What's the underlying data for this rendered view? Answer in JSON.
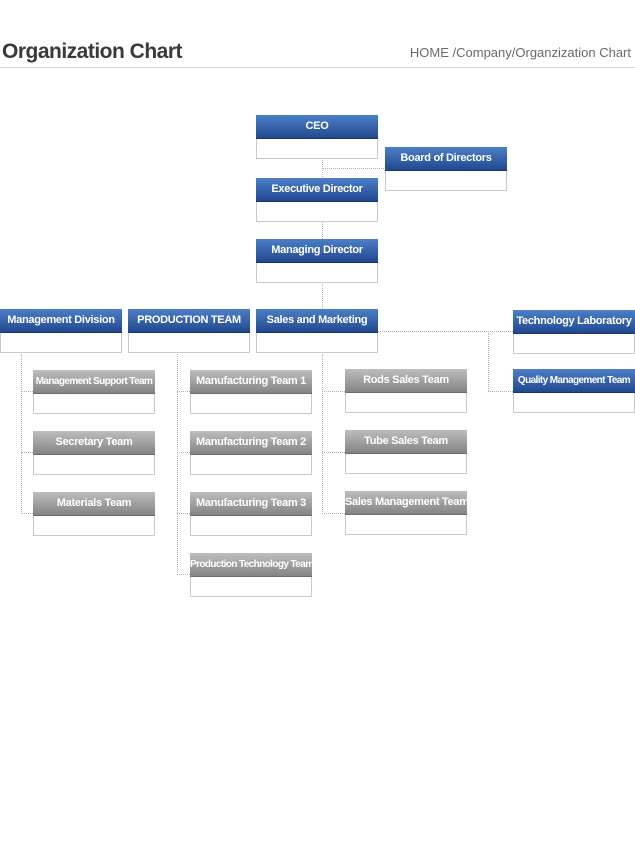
{
  "header": {
    "title": "Organization Chart",
    "breadcrumb": "HOME /Company/Organzization Chart"
  },
  "org": {
    "ceo": "CEO",
    "board": "Board of Directors",
    "executive_director": "Executive Director",
    "managing_director": "Managing Director",
    "management_division": "Management Division",
    "production_team": "PRODUCTION TEAM",
    "sales_marketing": "Sales and Marketing",
    "technology_lab": "Technology Laboratory",
    "quality_management": "Quality Management Team",
    "management_support": "Management Support Team",
    "secretary": "Secretary Team",
    "materials": "Materials Team",
    "manufacturing_1": "Manufacturing Team 1",
    "manufacturing_2": "Manufacturing Team 2",
    "manufacturing_3": "Manufacturing Team 3",
    "production_technology": "Production Technology Team",
    "rods_sales": "Rods Sales Team",
    "tube_sales": "Tube Sales Team",
    "sales_management": "Sales Management Team"
  },
  "colors": {
    "executive_blue": "#2d5aa5",
    "team_gray": "#9a9a9a"
  }
}
